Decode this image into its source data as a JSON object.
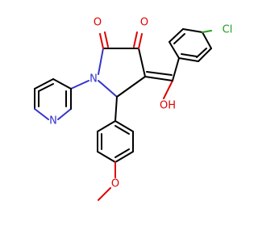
{
  "molecule": {
    "atoms": {
      "chlorine": {
        "label": "Cl",
        "color": "#1f9e1f"
      },
      "ketone_oxygen": {
        "label": "O",
        "color": "#e00000"
      },
      "amide_oxygen": {
        "label": "O",
        "color": "#e00000"
      },
      "ring_nitrogen": {
        "label": "N",
        "color": "#3333cc"
      },
      "pyridine_nitrogen": {
        "label": "N",
        "color": "#3333cc"
      },
      "hydroxyl": {
        "label": "OH",
        "color": "#e00000"
      },
      "ether_oxygen": {
        "label": "O",
        "color": "#e00000"
      }
    }
  }
}
